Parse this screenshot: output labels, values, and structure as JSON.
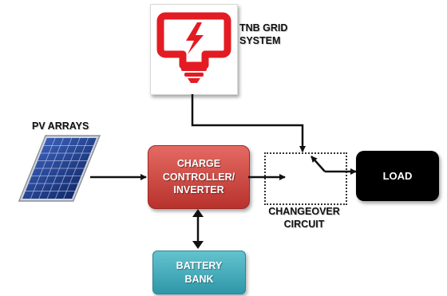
{
  "grid": {
    "label_line1": "TNB GRID",
    "label_line2": "SYSTEM"
  },
  "pv": {
    "label": "PV ARRAYS"
  },
  "charge_controller": {
    "line1": "CHARGE",
    "line2": "CONTROLLER/",
    "line3": "INVERTER"
  },
  "battery": {
    "line1": "BATTERY",
    "line2": "BANK"
  },
  "changeover": {
    "line1": "CHANGEOVER",
    "line2": "CIRCUIT"
  },
  "load": {
    "label": "LOAD"
  },
  "colors": {
    "grid_icon": "#e31c23",
    "charge_controller": "#c9423c",
    "battery": "#45adbd",
    "load": "#000000",
    "solar_panel": "#1d3a8a"
  },
  "icons": {
    "grid": "power-plug-lightning-icon",
    "pv": "solar-panel-icon"
  }
}
